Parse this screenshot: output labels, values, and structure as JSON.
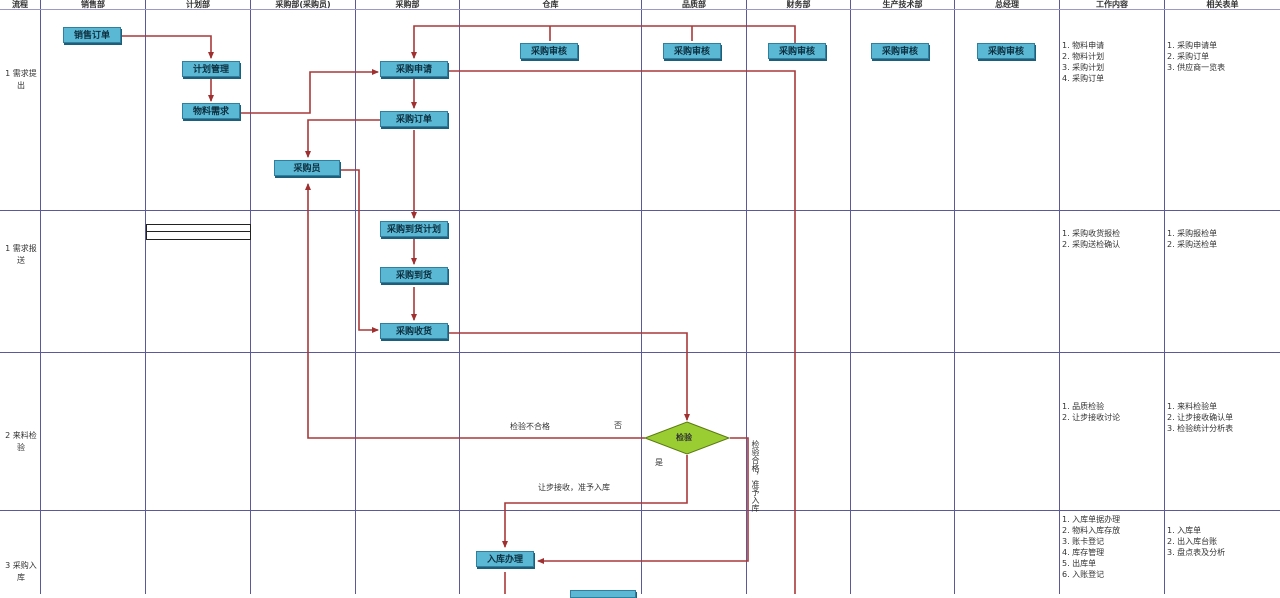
{
  "columns": [
    {
      "label": "流程"
    },
    {
      "label": "销售部"
    },
    {
      "label": "计划部"
    },
    {
      "label": "采购部(采购员)"
    },
    {
      "label": "采购部"
    },
    {
      "label": "仓库"
    },
    {
      "label": "品质部"
    },
    {
      "label": "财务部"
    },
    {
      "label": "生产技术部"
    },
    {
      "label": "总经理"
    },
    {
      "label": "工作内容"
    },
    {
      "label": "相关表单"
    }
  ],
  "stages": [
    {
      "label": "1 需求提出"
    },
    {
      "label": "1 需求报送"
    },
    {
      "label": "2 来料检验"
    },
    {
      "label": "3 采购入库"
    }
  ],
  "boxes": {
    "sales_order": "销售订单",
    "plan_manage": "计划管理",
    "material_demand": "物料需求",
    "buyer": "采购员",
    "purchase_apply": "采购申请",
    "purchase_order": "采购订单",
    "review_1": "采购审核",
    "review_2": "采购审核",
    "review_3": "采购审核",
    "review_4": "采购审核",
    "review_5": "采购审核",
    "supplier_plan": "采购到货计划",
    "arrival_notice": "采购到货",
    "purchase_receive": "采购收货",
    "warehouse_in": "入库办理",
    "bottom_box": ""
  },
  "decision": {
    "label": "检验"
  },
  "edge_labels": {
    "reject": "检验不合格",
    "accept": "让步接收，准予入库",
    "pass_vertical": "检验合格，准予入库",
    "no": "否",
    "yes": "是"
  },
  "work_content": [
    [
      "1. 物料申请",
      "2. 物料计划",
      "3. 采购计划",
      "4. 采购订单"
    ],
    [
      "1. 采购收货报检",
      "2. 采购送检确认"
    ],
    [
      "1. 品质检验",
      "2. 让步接收讨论"
    ],
    [
      "1. 入库单据办理",
      "2. 物料入库存放",
      "3. 账卡登记",
      "4. 库存管理",
      "5. 出库单",
      "6. 入账登记"
    ]
  ],
  "forms": [
    [
      "1. 采购申请单",
      "2. 采购订单",
      "3. 供应商一览表"
    ],
    [
      "1. 采购报检单",
      "2. 采购送检单"
    ],
    [
      "1. 来料检验单",
      "2. 让步接收确认单",
      "3. 检验统计分析表"
    ],
    [
      "1. 入库单",
      "2. 出入库台账",
      "3. 盘点表及分析"
    ]
  ]
}
